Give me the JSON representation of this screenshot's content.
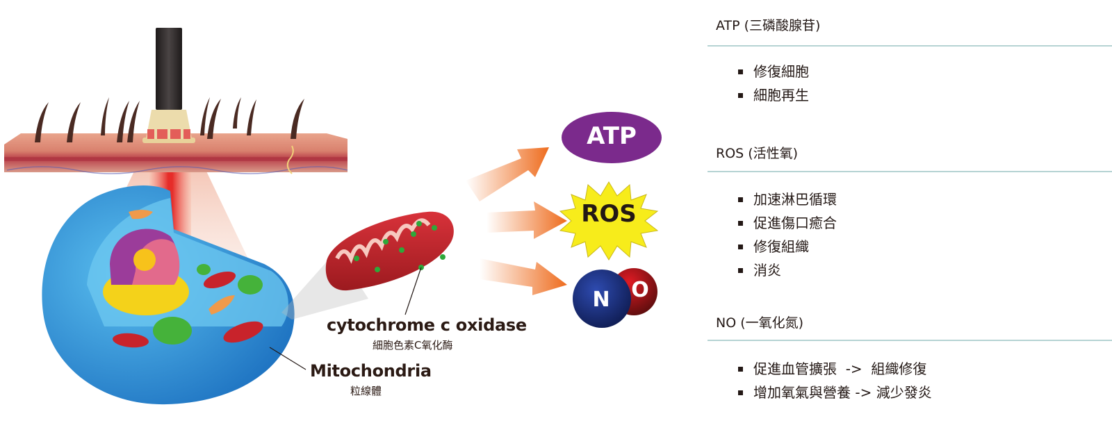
{
  "illustration": {
    "mitochondrion_zoom_label": {
      "en": "cytochrome c oxidase",
      "zh": "細胞色素C氧化酶"
    },
    "cell_label": {
      "en": "Mitochondria",
      "zh": "粒線體"
    },
    "molecules": {
      "atp": {
        "label": "ATP",
        "color": "#7b2a8c"
      },
      "ros": {
        "label": "ROS",
        "color": "#f7ec1b"
      },
      "no": {
        "n_label": "N",
        "o_label": "O",
        "n_color": "#17296e",
        "o_color": "#8a1414"
      }
    },
    "colors": {
      "laser_beam": "#e52421",
      "arrow": "#ee6c1e",
      "cell": "#2a8fd6",
      "mitochondria": "#c8232b",
      "enzyme_dots": "#3aa83a"
    }
  },
  "panel": {
    "sections": [
      {
        "title": "ATP (三磷酸腺苷)",
        "items": [
          "修復細胞",
          "細胞再生"
        ]
      },
      {
        "title": "ROS (活性氧)",
        "items": [
          "加速淋巴循環",
          "促進傷口癒合",
          "修復組織",
          "消炎"
        ]
      },
      {
        "title": "NO (一氧化氮)",
        "items": [
          "促進血管擴張  ->  組織修復",
          "增加氧氣與營養 -> 減少發炎"
        ]
      }
    ],
    "rule_color": "#b5d3d3"
  }
}
